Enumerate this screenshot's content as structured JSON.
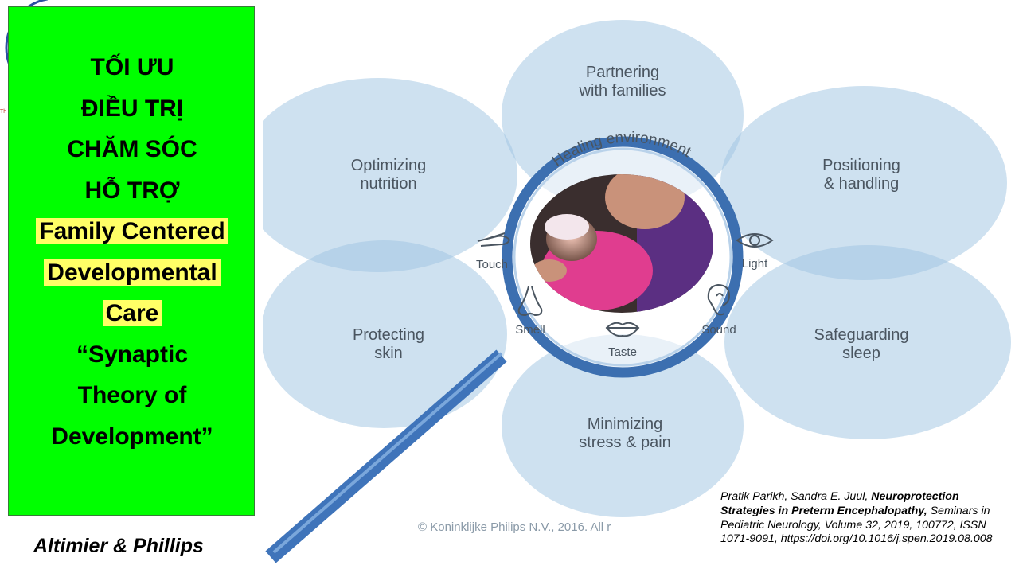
{
  "panel": {
    "lines": [
      {
        "text": "TỐI ƯU",
        "highlight": false
      },
      {
        "text": "ĐIỀU TRỊ",
        "highlight": false
      },
      {
        "text": "CHĂM SÓC",
        "highlight": false
      },
      {
        "text": "HỖ TRỢ",
        "highlight": false
      },
      {
        "text": "Family Centered",
        "highlight": true
      },
      {
        "text": "Developmental",
        "highlight": true
      },
      {
        "text": "Care",
        "highlight": true
      },
      {
        "text": "“Synaptic",
        "highlight": false
      },
      {
        "text": "Theory of",
        "highlight": false
      },
      {
        "text": "Development”",
        "highlight": false
      }
    ],
    "authors": "Altimier & Phillips"
  },
  "diagram": {
    "petals": [
      {
        "id": "top",
        "lines": [
          "Partnering",
          "with families"
        ]
      },
      {
        "id": "upper-right",
        "lines": [
          "Positioning",
          "& handling"
        ]
      },
      {
        "id": "lower-right",
        "lines": [
          "Safeguarding",
          "sleep"
        ]
      },
      {
        "id": "bottom",
        "lines": [
          "Minimizing",
          "stress & pain"
        ]
      },
      {
        "id": "lower-left",
        "lines": [
          "Protecting",
          "skin"
        ]
      },
      {
        "id": "upper-left",
        "lines": [
          "Optimizing",
          "nutrition"
        ]
      }
    ],
    "center_label": "Healing environment",
    "senses": [
      {
        "label": "Touch",
        "icon": "hand-icon"
      },
      {
        "label": "Light",
        "icon": "eye-icon"
      },
      {
        "label": "Smell",
        "icon": "nose-icon"
      },
      {
        "label": "Sound",
        "icon": "ear-icon"
      },
      {
        "label": "Taste",
        "icon": "lips-icon"
      }
    ],
    "copyright": "© Koninklijke Philips N.V., 2016. All r",
    "colors": {
      "petal": "#9ec3e2",
      "petal_text": "#4a5560",
      "magnifier_rim": "#3c6fb0",
      "handle": "#4a7fc2"
    }
  },
  "citation": {
    "authors": "Pratik Parikh, Sandra E. Juul, ",
    "title": "Neuroprotection Strategies in Preterm Encephalopathy,",
    "rest": "  Seminars in Pediatric Neurology, Volume 32, 2019, 100772, ISSN 1071-9091, https://doi.org/10.1016/j.spen.2019.08.008"
  }
}
